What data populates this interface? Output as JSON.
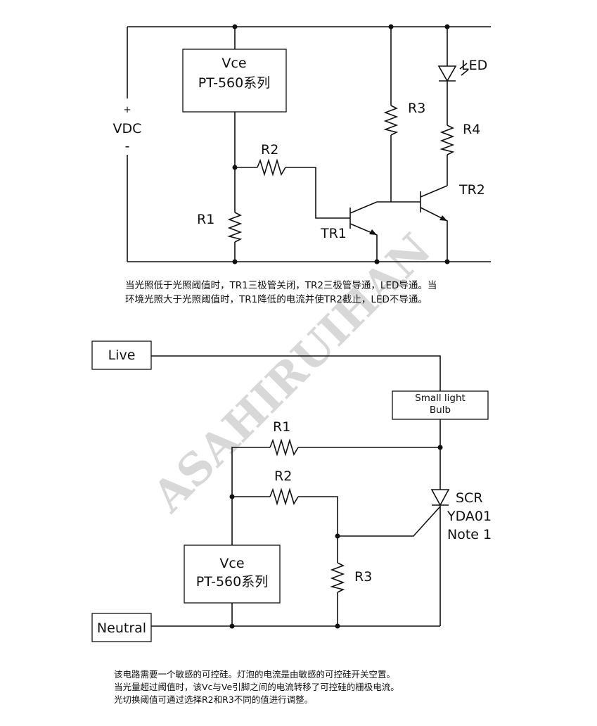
{
  "watermark": "ASAHIRUIHAN",
  "circuit1": {
    "sensor_line1": "Vce",
    "sensor_line2": "PT-560系列",
    "supply_plus": "+",
    "supply_label": "VDC",
    "supply_minus": "-",
    "r1": "R1",
    "r2": "R2",
    "r3": "R3",
    "r4": "R4",
    "led": "LED",
    "tr1": "TR1",
    "tr2": "TR2",
    "caption_line1": "当光照低于光照阈值时，TR1三极管关闭，TR2三极管导通，LED导通。当",
    "caption_line2": "环境光照大于光照阈值时，TR1降低的电流并使TR2截止，LED不导通。"
  },
  "circuit2": {
    "live": "Live",
    "neutral": "Neutral",
    "bulb_line1": "Small light",
    "bulb_line2": "Bulb",
    "r1": "R1",
    "r2": "R2",
    "r3": "R3",
    "scr_line1": "SCR",
    "scr_line2": "YDA01",
    "scr_line3": "Note 1",
    "sensor_line1": "Vce",
    "sensor_line2": "PT-560系列",
    "caption_line1": "该电路需要一个敏感的可控硅。灯泡的电流是由敏感的可控硅开关空置。",
    "caption_line2": "当光量超过阈值时，该Vc与Ve引脚之间的电流转移了可控硅的栅极电流。",
    "caption_line3": "光切换阈值可通过选择R2和R3不同的值进行调整。"
  }
}
